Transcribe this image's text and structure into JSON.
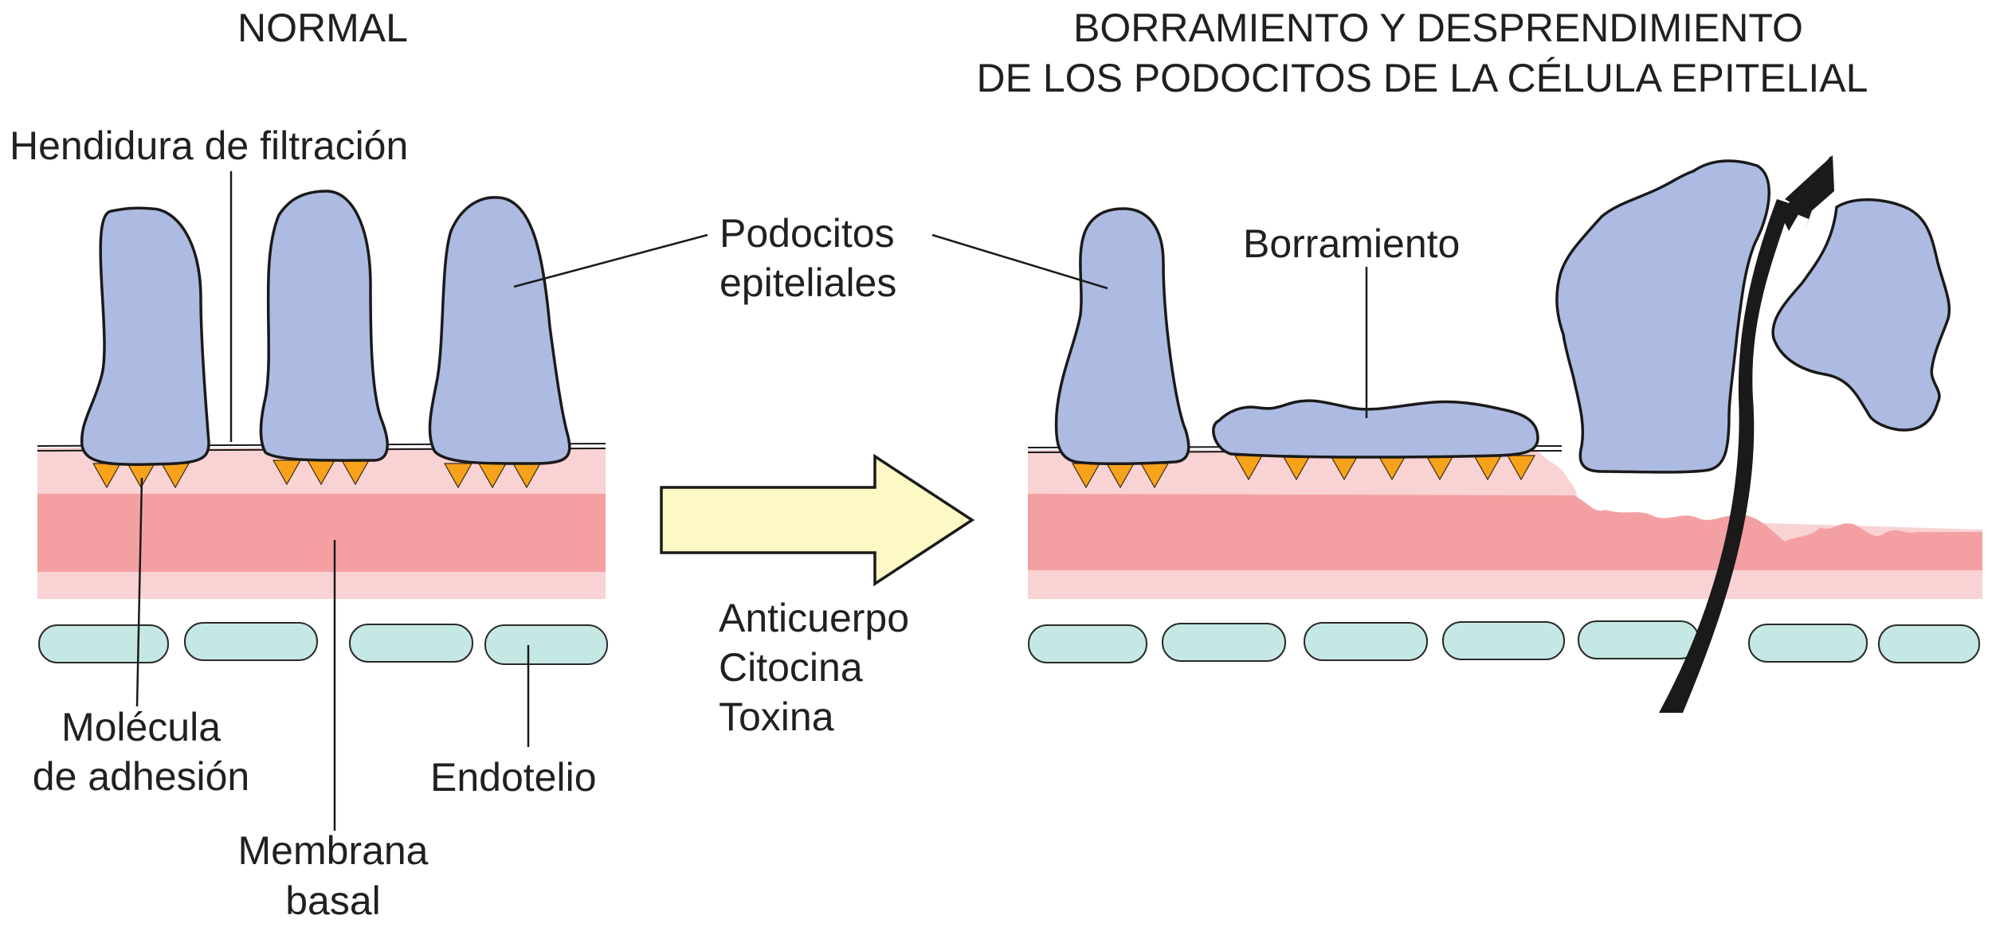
{
  "panels": {
    "normal": {
      "title": "NORMAL"
    },
    "damaged": {
      "title_line1": "BORRAMIENTO Y DESPRENDIMIENTO",
      "title_line2": "DE LOS PODOCITOS DE LA CÉLULA EPITELIAL"
    }
  },
  "labels": {
    "filtration_slit": "Hendidura de filtración",
    "podocytes_line1": "Podocitos",
    "podocytes_line2": "epiteliales",
    "adhesion_line1": "Molécula",
    "adhesion_line2": "de adhesión",
    "endothelium": "Endotelio",
    "basement_line1": "Membrana",
    "basement_line2": "basal",
    "effacement": "Borramiento"
  },
  "causes": [
    "Anticuerpo",
    "Citocina",
    "Toxina"
  ],
  "colors": {
    "podocyte": "#adbbe3",
    "basement_light": "#f9d2d3",
    "basement_dark": "#f4a0a2",
    "endothelium": "#c6e8e4",
    "adhesion": "#f7a21b",
    "arrow_fill": "#fdf9c4",
    "detach_arrow": "#1a1a1a"
  }
}
